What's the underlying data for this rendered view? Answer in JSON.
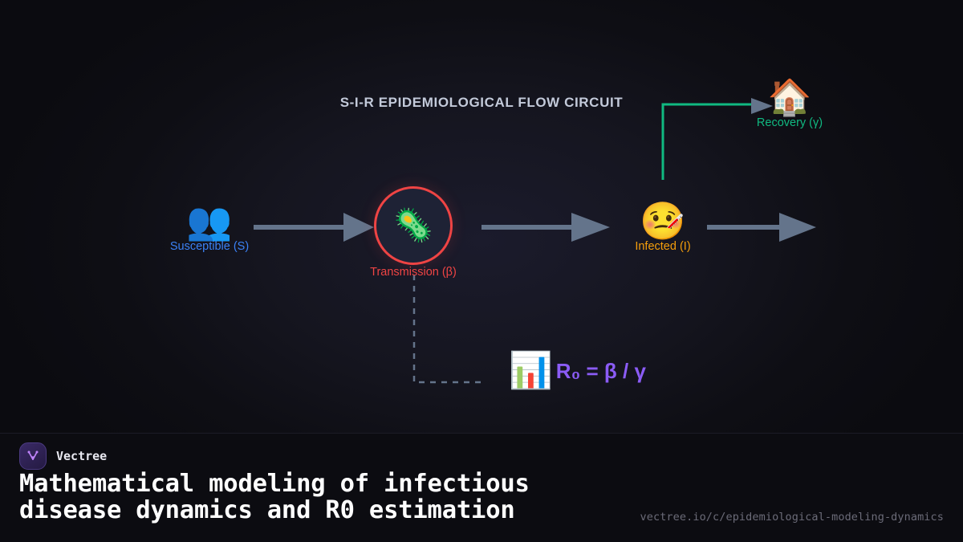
{
  "diagram": {
    "title": "S-I-R EPIDEMIOLOGICAL FLOW CIRCUIT",
    "title_color": "#c3cada",
    "background_color": "#0d0d12",
    "nodes": [
      {
        "id": "susceptible",
        "icon": "busts-in-silhouette-icon",
        "glyph": "👥",
        "label": "Susceptible (S)",
        "color": "#3b82f6"
      },
      {
        "id": "transmission",
        "icon": "microbe-icon",
        "glyph": "🦠",
        "label": "Transmission (β)",
        "color": "#ef4444"
      },
      {
        "id": "infected",
        "icon": "face-with-thermometer-icon",
        "glyph": "🤒",
        "label": "Infected (I)",
        "color": "#f59e0b"
      },
      {
        "id": "recovery",
        "icon": "house-icon",
        "glyph": "🏠",
        "label": "Recovery (γ)",
        "color": "#10b981"
      }
    ],
    "formula": {
      "icon": "bar-chart-icon",
      "glyph": "📊",
      "text": "R₀ = β / γ",
      "color": "#8b5cf6"
    },
    "edges": {
      "arrow_color": "#64748b",
      "recovery_path_color": "#10b981",
      "dashed_color": "#64748b"
    }
  },
  "footer": {
    "brand": "Vectree",
    "logo_icon": "vectree-logo-icon",
    "headline_line1": "Mathematical modeling of infectious",
    "headline_line2": "disease dynamics and R0 estimation",
    "url": "vectree.io/c/epidemiological-modeling-dynamics"
  }
}
